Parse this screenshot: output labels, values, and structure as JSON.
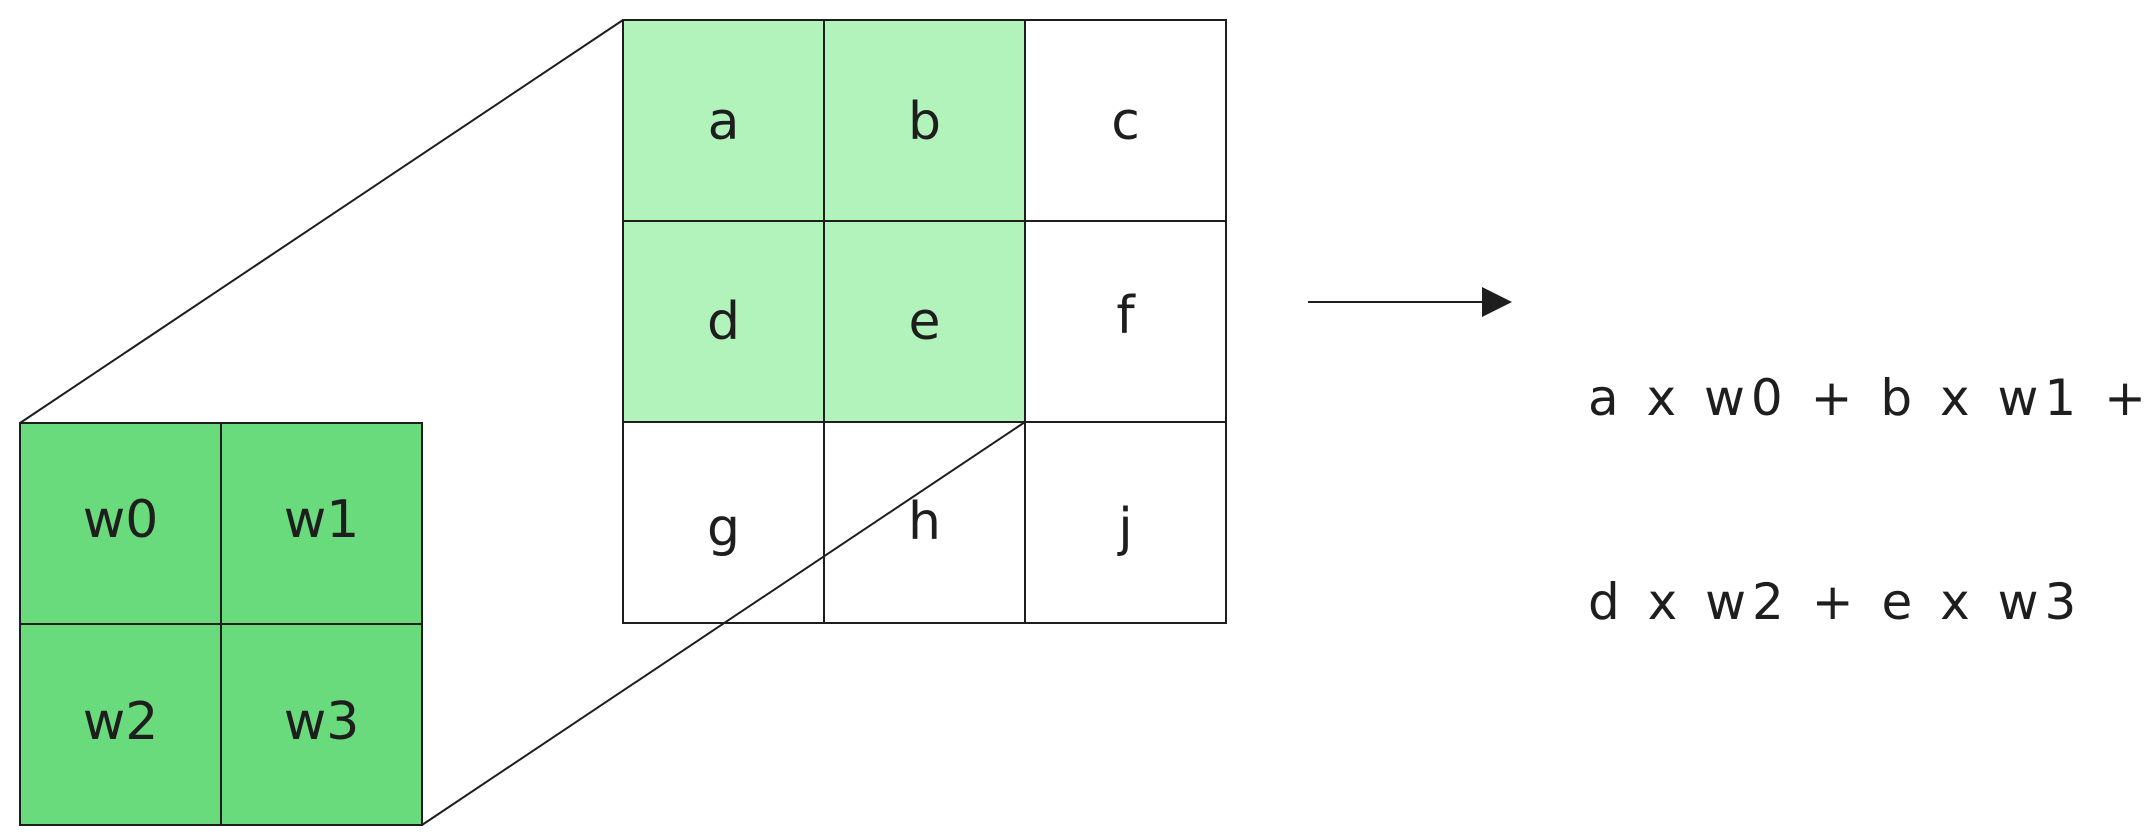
{
  "input_grid": {
    "highlight_color": "#b2f2bb",
    "cells": [
      {
        "label": "a",
        "highlighted": true
      },
      {
        "label": "b",
        "highlighted": true
      },
      {
        "label": "c",
        "highlighted": false
      },
      {
        "label": "d",
        "highlighted": true
      },
      {
        "label": "e",
        "highlighted": true
      },
      {
        "label": "f",
        "highlighted": false
      },
      {
        "label": "g",
        "highlighted": false
      },
      {
        "label": "h",
        "highlighted": false
      },
      {
        "label": "j",
        "highlighted": false
      }
    ]
  },
  "kernel_grid": {
    "fill_color": "#69db7c",
    "cells": [
      {
        "label": "w0"
      },
      {
        "label": "w1"
      },
      {
        "label": "w2"
      },
      {
        "label": "w3"
      }
    ]
  },
  "formula": {
    "line1": "a x w0 + b x w1 +",
    "line2": "d x w2 + e x w3"
  },
  "colors": {
    "stroke": "#1e1e1e",
    "background": "#ffffff"
  }
}
